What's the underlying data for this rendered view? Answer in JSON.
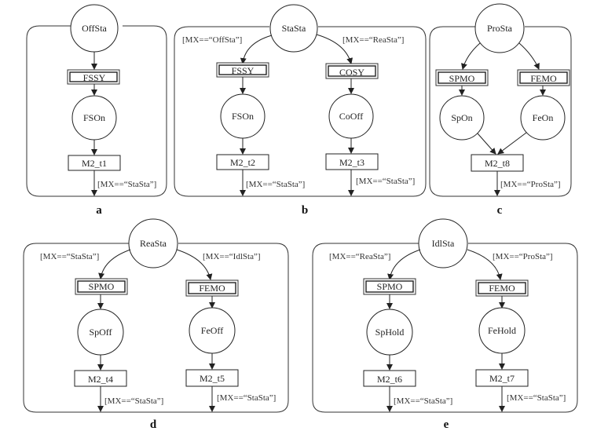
{
  "figure": {
    "panels": [
      {
        "caption": "a",
        "top_place": "OffSta",
        "branches": [
          {
            "guard": "",
            "dtrans": "FSSY",
            "place": "FSOn",
            "trans": "M2_t1",
            "out_guard": "[MX==“StaSta”]"
          }
        ]
      },
      {
        "caption": "b",
        "top_place": "StaSta",
        "branches": [
          {
            "guard": "[MX==“OffSta”]",
            "dtrans": "FSSY",
            "place": "FSOn",
            "trans": "M2_t2",
            "out_guard": "[MX==“StaSta”]"
          },
          {
            "guard": "[MX==“ReaSta”]",
            "dtrans": "COSY",
            "place": "CoOff",
            "trans": "M2_t3",
            "out_guard": "[MX==“StaSta”]"
          }
        ]
      },
      {
        "caption": "c",
        "top_place": "ProSta",
        "branches": [
          {
            "guard": "",
            "dtrans": "SPMO",
            "place": "SpOn"
          },
          {
            "guard": "",
            "dtrans": "FEMO",
            "place": "FeOn"
          }
        ],
        "join_trans": "M2_t8",
        "out_guard": "[MX==“ProSta”]"
      },
      {
        "caption": "d",
        "top_place": "ReaSta",
        "branches": [
          {
            "guard": "[MX==“StaSta”]",
            "dtrans": "SPMO",
            "place": "SpOff",
            "trans": "M2_t4",
            "out_guard": "[MX==“StaSta”]"
          },
          {
            "guard": "[MX==“IdlSta”]",
            "dtrans": "FEMO",
            "place": "FeOff",
            "trans": "M2_t5",
            "out_guard": "[MX==“StaSta”]"
          }
        ]
      },
      {
        "caption": "e",
        "top_place": "IdlSta",
        "branches": [
          {
            "guard": "[MX==“ReaSta”]",
            "dtrans": "SPMO",
            "place": "SpHold",
            "trans": "M2_t6",
            "out_guard": "[MX==“StaSta”]"
          },
          {
            "guard": "[MX==“ProSta”]",
            "dtrans": "FEMO",
            "place": "FeHold",
            "trans": "M2_t7",
            "out_guard": "[MX==“StaSta”]"
          }
        ]
      }
    ]
  }
}
